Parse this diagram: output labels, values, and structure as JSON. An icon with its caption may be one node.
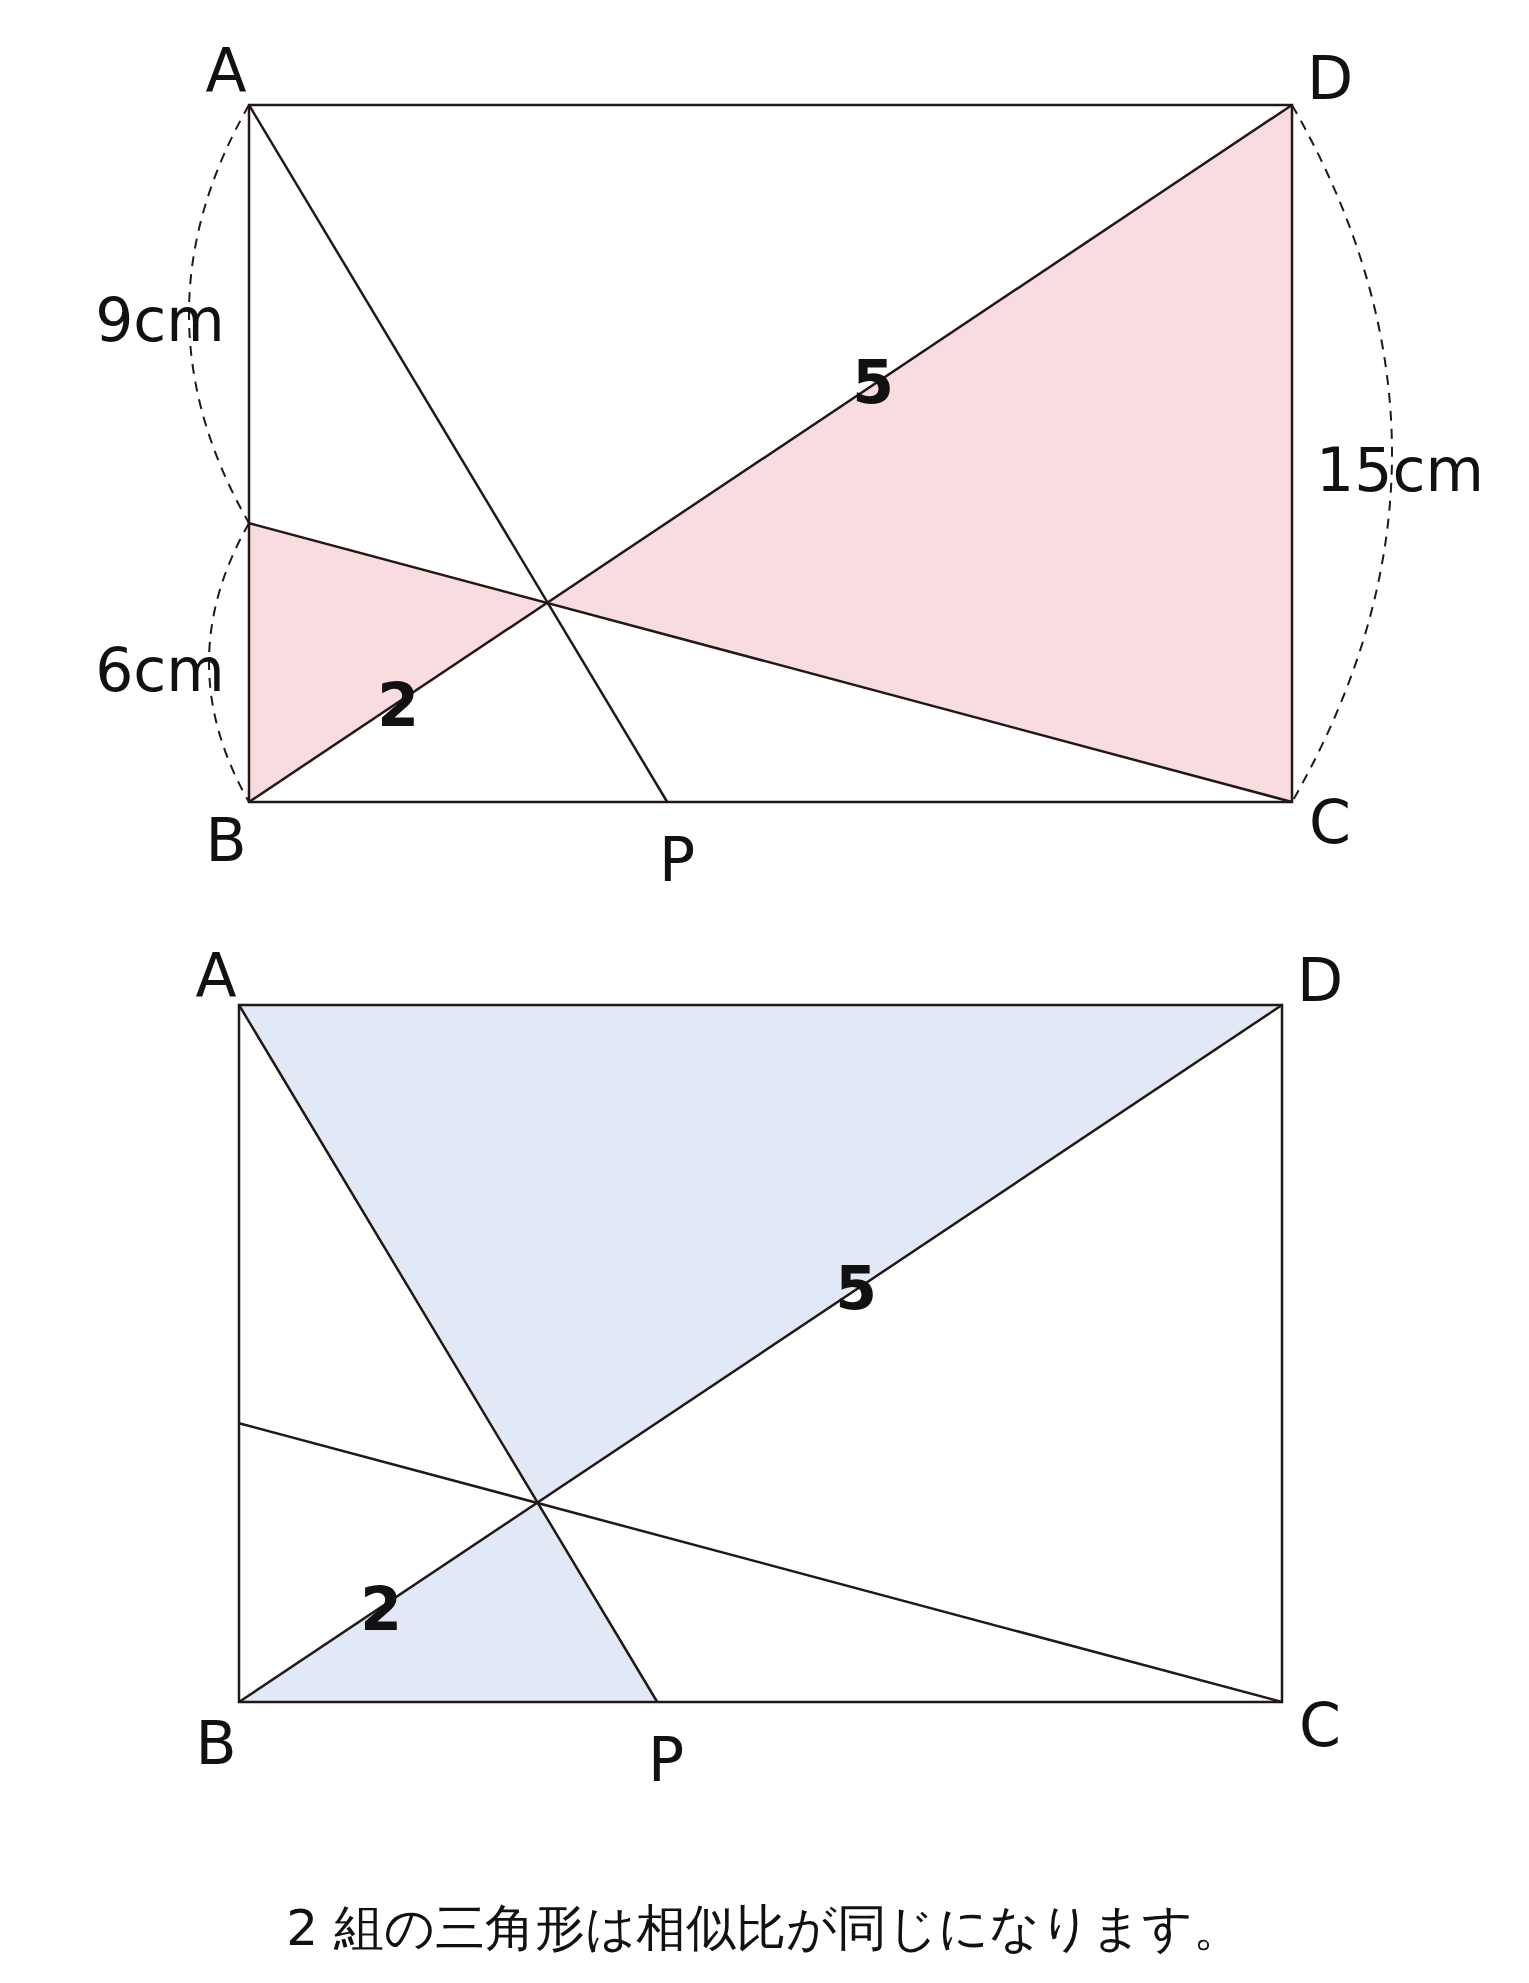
{
  "diagram": {
    "caption": "2 組の三角形は相似比が同じになります。",
    "labels": [
      "A",
      "D",
      "9cm",
      "15cm",
      "6cm",
      "5",
      "2",
      "B",
      "P",
      "C",
      "A",
      "D",
      "5",
      "2",
      "B",
      "P",
      "C"
    ]
  }
}
